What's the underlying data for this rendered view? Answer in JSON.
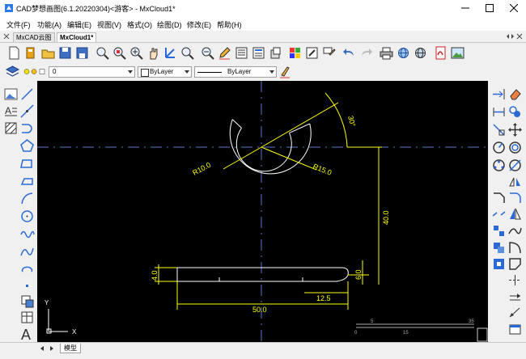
{
  "window": {
    "title": "CAD梦想画图(6.1.20220304)<游客> - MxCloud1*"
  },
  "menu": [
    {
      "label": "文件(F)"
    },
    {
      "label": "功能(A)"
    },
    {
      "label": "编辑(E)"
    },
    {
      "label": "视图(V)"
    },
    {
      "label": "格式(O)"
    },
    {
      "label": "绘图(D)"
    },
    {
      "label": "修改(E)"
    },
    {
      "label": "帮助(H)"
    }
  ],
  "doc_tabs": [
    {
      "label": "MxCAD云图"
    },
    {
      "label": "MxCloud1*"
    }
  ],
  "props": {
    "layer_value": "0",
    "color_value": "ByLayer",
    "linetype_value": "ByLayer"
  },
  "drawing": {
    "angle_label": "30°",
    "radius_inner_label": "R10.0",
    "radius_outer_label": "R15.0",
    "vertical_dim_label": "40.0",
    "thickness_left_label": "4.0",
    "thickness_right_label": "6.0",
    "width_label": "50.0",
    "offset_label": "12.5",
    "ucs_x_label": "X",
    "ucs_y_label": "Y",
    "scale_ticks": [
      "0",
      "5",
      "15",
      "35"
    ]
  },
  "bottom": {
    "model_tab": "模型"
  },
  "colors": {
    "canvas_bg": "#000000",
    "geometry": "#ffffff",
    "dimension": "#ffff00",
    "centerline": "#5a78c8"
  }
}
